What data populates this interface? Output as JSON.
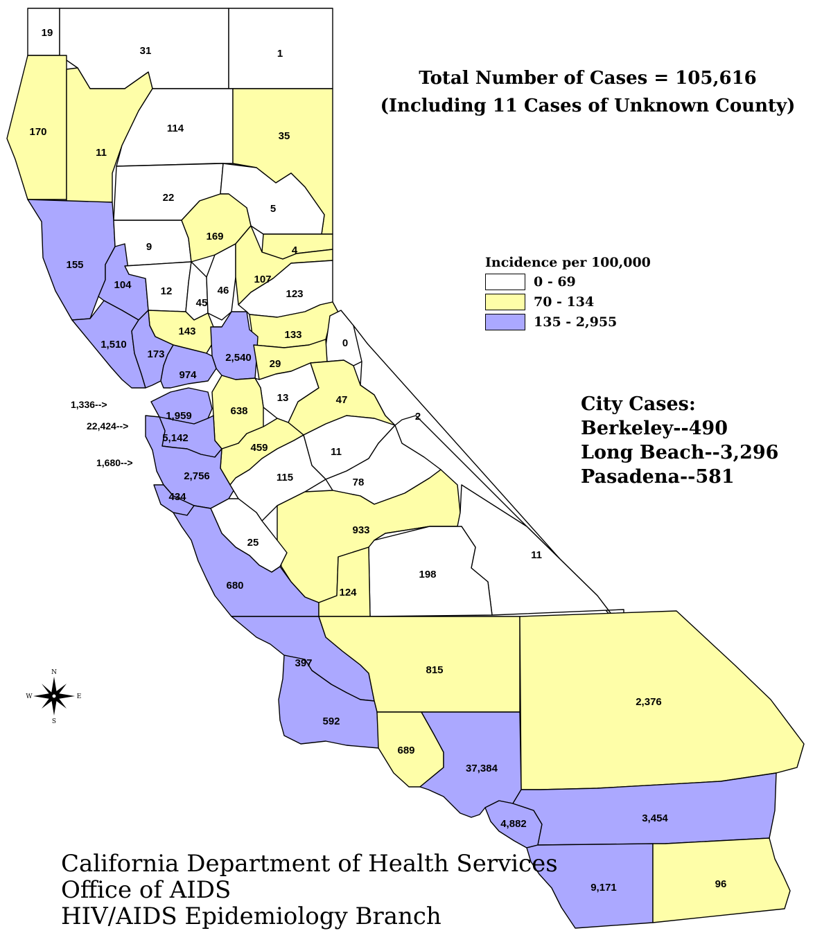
{
  "colors": {
    "low": "#ffffff",
    "mid": "#fefea8",
    "high": "#aba8ff",
    "outline": "#000000"
  },
  "header": {
    "total_line": "Total Number of Cases = 105,616",
    "unknown_line": "(Including 11 Cases of Unknown County)"
  },
  "legend": {
    "title": "Incidence per 100,000",
    "items": [
      {
        "label": "0 - 69",
        "class": "low"
      },
      {
        "label": "70 - 134",
        "class": "mid"
      },
      {
        "label": "135 - 2,955",
        "class": "high"
      }
    ]
  },
  "city_cases": {
    "title": "City Cases:",
    "lines": [
      "Berkeley--490",
      "Long Beach--3,296",
      "Pasadena--581"
    ]
  },
  "pointer_labels": [
    {
      "value": "1,336-->"
    },
    {
      "value": "22,424-->"
    },
    {
      "value": "1,680-->"
    }
  ],
  "counties": [
    {
      "value": "19",
      "class": "low"
    },
    {
      "value": "31",
      "class": "low"
    },
    {
      "value": "1",
      "class": "low"
    },
    {
      "value": "170",
      "class": "mid"
    },
    {
      "value": "11",
      "class": "mid"
    },
    {
      "value": "114",
      "class": "low"
    },
    {
      "value": "35",
      "class": "mid"
    },
    {
      "value": "22",
      "class": "low"
    },
    {
      "value": "5",
      "class": "low"
    },
    {
      "value": "155",
      "class": "high"
    },
    {
      "value": "9",
      "class": "low"
    },
    {
      "value": "169",
      "class": "mid"
    },
    {
      "value": "4",
      "class": "mid"
    },
    {
      "value": "104",
      "class": "high"
    },
    {
      "value": "12",
      "class": "low"
    },
    {
      "value": "45",
      "class": "low"
    },
    {
      "value": "46",
      "class": "low"
    },
    {
      "value": "107",
      "class": "mid"
    },
    {
      "value": "123",
      "class": "low"
    },
    {
      "value": "143",
      "class": "mid"
    },
    {
      "value": "133",
      "class": "mid"
    },
    {
      "value": "1,510",
      "class": "high"
    },
    {
      "value": "173",
      "class": "high"
    },
    {
      "value": "2,540",
      "class": "high"
    },
    {
      "value": "0",
      "class": "low"
    },
    {
      "value": "29",
      "class": "mid"
    },
    {
      "value": "974",
      "class": "high"
    },
    {
      "value": "13",
      "class": "low"
    },
    {
      "value": "47",
      "class": "mid"
    },
    {
      "value": "1,959",
      "class": "high"
    },
    {
      "value": "638",
      "class": "mid"
    },
    {
      "value": "2",
      "class": "low"
    },
    {
      "value": "5,142",
      "class": "high"
    },
    {
      "value": "459",
      "class": "mid"
    },
    {
      "value": "11",
      "class": "low"
    },
    {
      "value": "2,756",
      "class": "high"
    },
    {
      "value": "115",
      "class": "low"
    },
    {
      "value": "78",
      "class": "low"
    },
    {
      "value": "434",
      "class": "high"
    },
    {
      "value": "933",
      "class": "mid"
    },
    {
      "value": "25",
      "class": "low"
    },
    {
      "value": "11",
      "class": "low"
    },
    {
      "value": "198",
      "class": "low"
    },
    {
      "value": "680",
      "class": "high"
    },
    {
      "value": "124",
      "class": "mid"
    },
    {
      "value": "397",
      "class": "high"
    },
    {
      "value": "815",
      "class": "mid"
    },
    {
      "value": "2,376",
      "class": "mid"
    },
    {
      "value": "592",
      "class": "high"
    },
    {
      "value": "689",
      "class": "mid"
    },
    {
      "value": "37,384",
      "class": "high"
    },
    {
      "value": "4,882",
      "class": "high"
    },
    {
      "value": "3,454",
      "class": "high"
    },
    {
      "value": "9,171",
      "class": "high"
    },
    {
      "value": "96",
      "class": "mid"
    }
  ],
  "compass": {
    "n": "N",
    "e": "E",
    "s": "S",
    "w": "W"
  },
  "credits": {
    "line1": "California Department of Health Services",
    "line2": "Office of AIDS",
    "line3": "HIV/AIDS Epidemiology Branch"
  }
}
